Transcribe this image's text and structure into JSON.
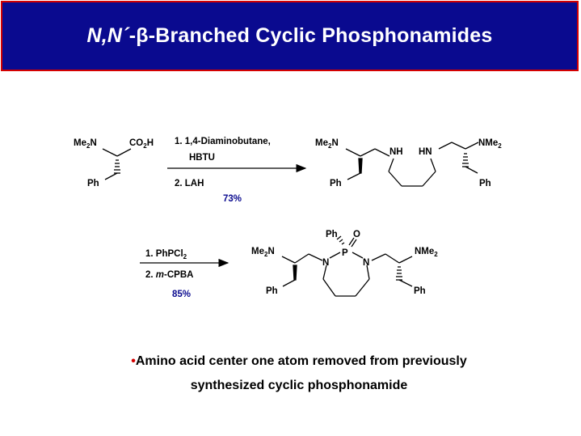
{
  "title": {
    "part1": "N,N´",
    "part2": "-β-Branched Cyclic Phosphonamides"
  },
  "step1": {
    "reagent1": "1. 1,4-Diaminobutane,",
    "reagent1b": "HBTU",
    "reagent2": "2. LAH",
    "yield": "73%"
  },
  "step2": {
    "reagent1": "1. PhPCl",
    "reagent1_sub": "2",
    "reagent2_prefix": "2. ",
    "reagent2_italic": "m",
    "reagent2_rest": "-CPBA",
    "yield": "85%"
  },
  "labels": {
    "me2n": "Me",
    "me2n_sub": "2",
    "me2n_tail": "N",
    "co2h": "CO",
    "co2h_sub": "2",
    "co2h_tail": "H",
    "ph": "Ph",
    "nh": "NH",
    "hn": "HN",
    "nme2_head": "NMe",
    "nme2_sub": "2",
    "n": "N",
    "p": "P",
    "o": "O"
  },
  "bullet": {
    "dot": "•",
    "line1": "Amino acid center one atom removed from previously",
    "line2": "synthesized cyclic phosphonamide"
  },
  "colors": {
    "title_bg": "#0a0a8f",
    "title_border": "#d40000",
    "yield": "#0a0a8f",
    "bullet": "#d40000"
  }
}
